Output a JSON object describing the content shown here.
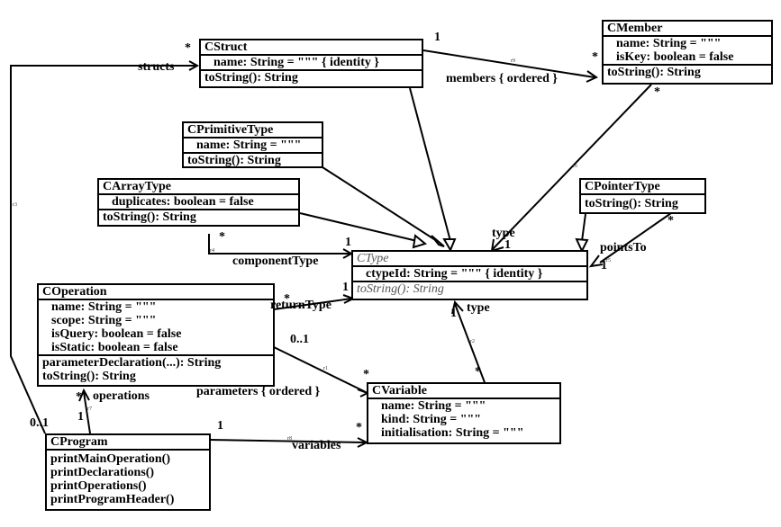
{
  "classes": {
    "cstruct": {
      "name": "CStruct",
      "attributes": [
        "name: String = \"\"\" { identity }"
      ],
      "operations": [
        "toString(): String"
      ]
    },
    "cmember": {
      "name": "CMember",
      "attributes": [
        "name: String = \"\"\"",
        "isKey: boolean = false"
      ],
      "operations": [
        "toString(): String"
      ]
    },
    "cprimitivetype": {
      "name": "CPrimitiveType",
      "attributes": [
        "name: String = \"\"\""
      ],
      "operations": [
        "toString(): String"
      ]
    },
    "carraytype": {
      "name": "CArrayType",
      "attributes": [
        "duplicates: boolean = false"
      ],
      "operations": [
        "toString(): String"
      ]
    },
    "cpointertype": {
      "name": "CPointerType",
      "operations": [
        "toString(): String"
      ]
    },
    "ctype": {
      "name": "CType",
      "attributes": [
        "ctypeId: String = \"\"\" { identity }"
      ],
      "operations": [
        "toString(): String"
      ]
    },
    "coperation": {
      "name": "COperation",
      "attributes": [
        "name: String = \"\"\"",
        "scope: String = \"\"\"",
        "isQuery: boolean = false",
        "isStatic: boolean = false"
      ],
      "operations": [
        "parameterDeclaration(...): String",
        "toString(): String"
      ]
    },
    "cvariable": {
      "name": "CVariable",
      "attributes": [
        "name: String = \"\"\"",
        "kind: String = \"\"\"",
        "initialisation: String = \"\"\""
      ]
    },
    "cprogram": {
      "name": "CProgram",
      "operations": [
        "printMainOperation()",
        "printDeclarations()",
        "printOperations()",
        "printProgramHeader()"
      ]
    }
  },
  "labels": {
    "structs": "structs",
    "structs_mult": "*",
    "members": "members { ordered }",
    "members_mult_src": "1",
    "members_mult_dst": "*",
    "member_type_mult": "*",
    "type_label_member": "type",
    "type_mult_member": "1",
    "arraytype_mult": "*",
    "componenttype": "componentType",
    "componenttype_mult": "1",
    "pointsto": "pointsTo",
    "pointsto_mult_src": "*",
    "pointsto_mult_dst": "1",
    "returntype": "returnType",
    "returntype_mult_src": "*",
    "returntype_mult_dst": "1",
    "variable_type": "type",
    "variable_type_mult_dst": "1",
    "variable_type_mult_src": "*",
    "parameters": "parameters { ordered }",
    "parameters_mult_src": "0..1",
    "parameters_mult_dst": "*",
    "operations": "operations",
    "operations_mult_dst": "*",
    "operations_mult_src": "1",
    "program_struct_mult": "0..1",
    "variables": "variables",
    "variables_mult_src": "1",
    "variables_mult_dst": "*"
  },
  "edge_ids": {
    "r9": "r9",
    "r6": "r6",
    "r4": "r4",
    "r5": "r5",
    "r2": "r2",
    "r1": "r1",
    "r7": "r7",
    "r8": "r8",
    "r3": "r3"
  }
}
